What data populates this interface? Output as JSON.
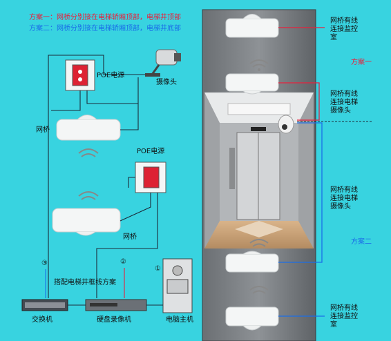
{
  "legend": {
    "scheme1": "方案一：网桥分别接在电梯轿厢顶部，电梯井顶部",
    "scheme2": "方案二：网桥分别接在电梯轿厢顶部，电梯井底部",
    "scheme1_color": "#e8203c",
    "scheme2_color": "#1a6ee8"
  },
  "left_diagram": {
    "poe_top": "POE电源",
    "camera": "摄像头",
    "bridge_top": "网桥",
    "poe_bottom": "POE电源",
    "bridge_bottom": "网桥",
    "wiring_note": "搭配电梯井框线方案",
    "switch": "交换机",
    "nvr": "硬盘录像机",
    "monitor": "电脑主机",
    "markers": [
      "①",
      "②",
      "③"
    ]
  },
  "right_diagram": {
    "top_bridge_label": [
      "网桥有线",
      "连接监控",
      "室"
    ],
    "scheme1_tag": "方案一",
    "car_bridge_label": [
      "网桥有线",
      "连接电梯",
      "摄像头"
    ],
    "cam_bridge_label": [
      "网桥有线",
      "连接电梯",
      "摄像头"
    ],
    "scheme2_tag": "方案二",
    "bottom_bridge_label": [
      "网桥有线",
      "连接监控",
      "室"
    ]
  },
  "colors": {
    "background": "#38d3e0",
    "wire": "#1b2b3a",
    "red_line": "#e8203c",
    "blue_line": "#1a6ee8",
    "device": "#f4f6f6"
  }
}
